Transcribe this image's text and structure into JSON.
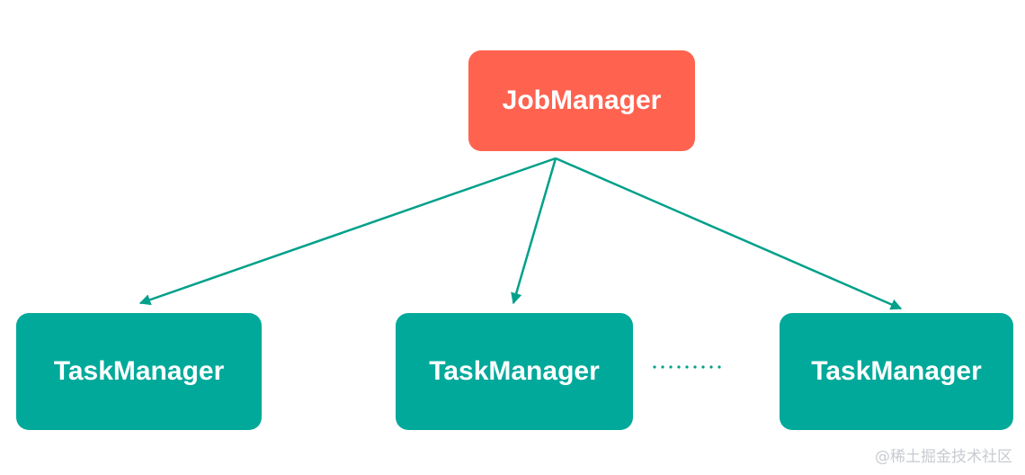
{
  "colors": {
    "job_manager": "#ff6350",
    "task_manager": "#00a99a",
    "edge": "#00a08a",
    "watermark": "#c8cbd0"
  },
  "nodes": {
    "job_manager": {
      "label": "JobManager"
    },
    "task_managers": [
      {
        "label": "TaskManager"
      },
      {
        "label": "TaskManager"
      },
      {
        "label": "TaskManager"
      }
    ]
  },
  "edges": [
    {
      "from": "job_manager",
      "to": "task_managers.0"
    },
    {
      "from": "job_manager",
      "to": "task_managers.1"
    },
    {
      "from": "job_manager",
      "to": "task_managers.2"
    }
  ],
  "watermark": "@稀土掘金技术社区"
}
